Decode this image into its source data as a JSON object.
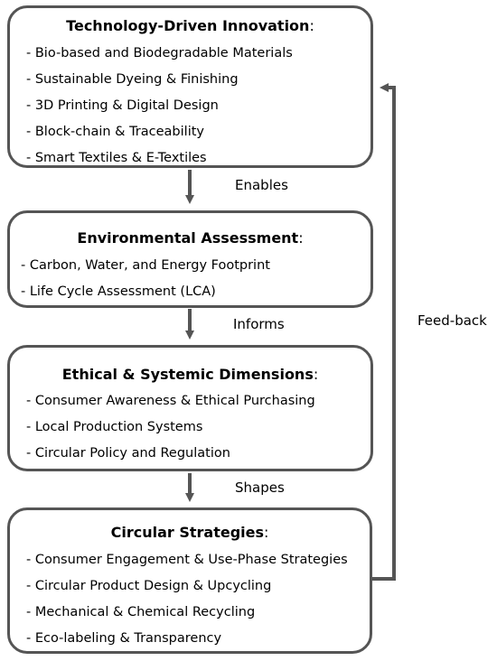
{
  "boxes": [
    {
      "title": "Technology-Driven Innovation",
      "items": [
        "- Bio-based and Biodegradable Materials",
        "- Sustainable Dyeing & Finishing",
        "- 3D Printing & Digital Design",
        "- Block-chain & Traceability",
        "- Smart Textiles & E-Textiles"
      ]
    },
    {
      "title": "Environmental Assessment",
      "items": [
        "- Carbon, Water, and Energy Footprint",
        "- Life Cycle Assessment (LCA)"
      ]
    },
    {
      "title": "Ethical & Systemic Dimensions",
      "items": [
        "- Consumer Awareness & Ethical Purchasing",
        "- Local Production Systems",
        "- Circular Policy and Regulation"
      ]
    },
    {
      "title": "Circular Strategies",
      "items": [
        "- Consumer Engagement & Use-Phase Strategies",
        "- Circular Product Design & Upcycling",
        "- Mechanical & Chemical Recycling",
        "- Eco-labeling & Transparency"
      ]
    }
  ],
  "connectors": [
    "Enables",
    "Informs",
    "Shapes"
  ],
  "title_suffix": ":",
  "feedback_label": "Feed-back",
  "colors": {
    "border": "#555555",
    "arrow": "#555555",
    "text": "#000000"
  }
}
